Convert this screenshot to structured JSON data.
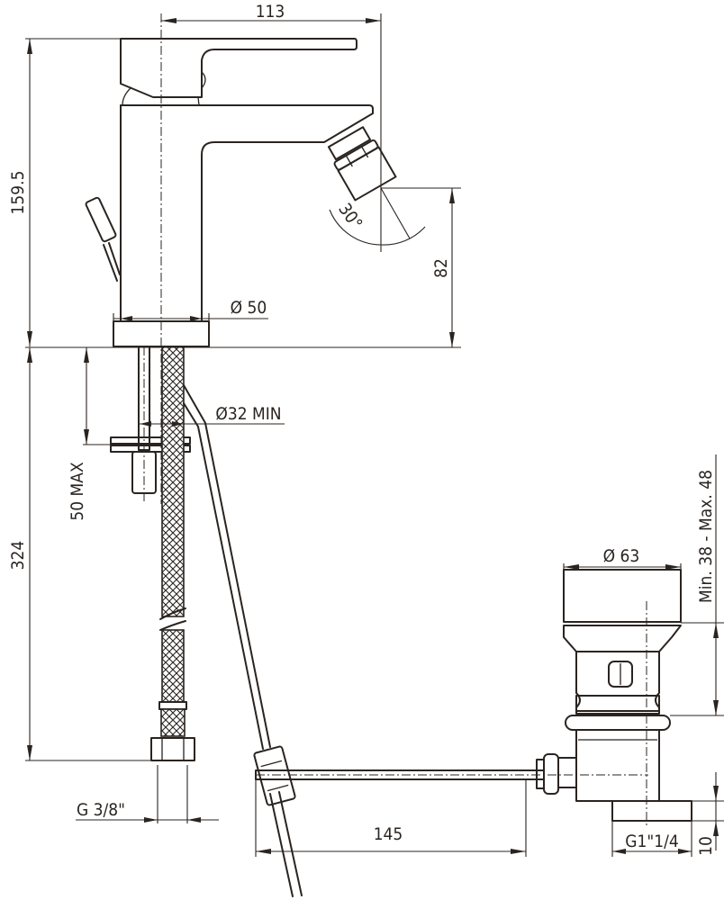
{
  "drawing": {
    "subject": "Bidet mixer with pop-up waste – dimensional drawing",
    "line_color": "#2a2420",
    "background": "#ffffff"
  },
  "dimensions": {
    "spout_reach": "113",
    "total_height": "159.5",
    "spray_angle": "30°",
    "spout_height": "82",
    "base_diameter": "Ø 50",
    "hole_diameter": "Ø32 MIN",
    "deck_thickness": "50 MAX",
    "hose_length": "324",
    "hose_connection": "G 3/8\"",
    "waste_head_diameter": "Ø 63",
    "waste_range": "Min. 38 - Max. 48",
    "rod_length": "145",
    "waste_thread": "G1\"1/4",
    "waste_tail": "10"
  }
}
